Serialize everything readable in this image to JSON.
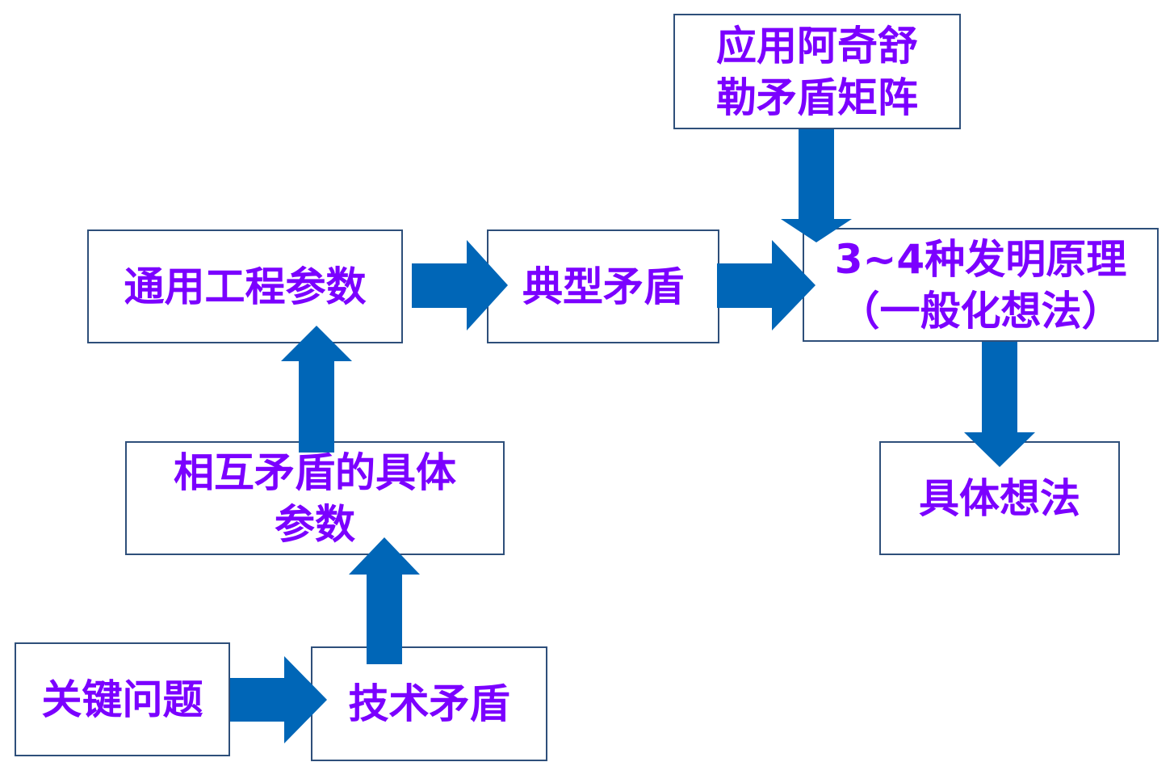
{
  "nodes": {
    "key_problem": "关键问题",
    "tech_contradiction": "技术矛盾",
    "specific_params": "相互矛盾的具体\n参数",
    "general_params": "通用工程参数",
    "typical_contradiction": "典型矛盾",
    "matrix": "应用阿奇舒\n勒矛盾矩阵",
    "principles": "3~4种发明原理\n（一般化想法）",
    "concrete_ideas": "具体想法"
  },
  "colors": {
    "text": "#7b00ff",
    "arrow": "#0066b7",
    "border": "#2e4f7a"
  }
}
